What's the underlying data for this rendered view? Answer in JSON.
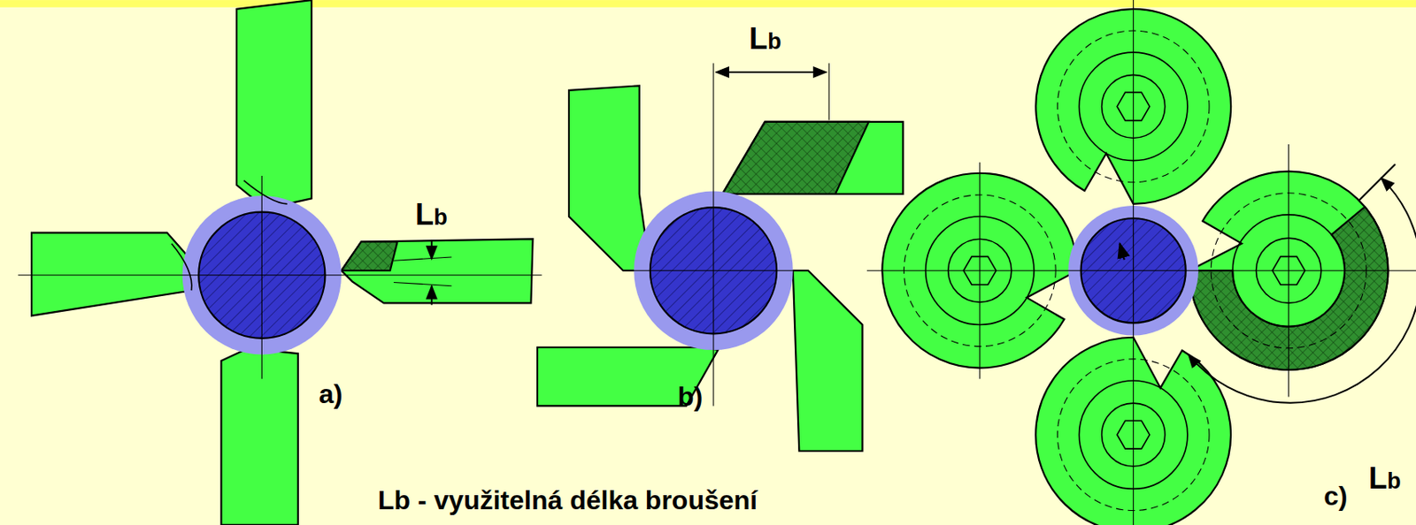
{
  "diagram": {
    "labels": [
      "Lb",
      "a)",
      "Lb",
      "b)",
      "Lb",
      "c)",
      "Lb - využitelná délka broušení"
    ]
  }
}
